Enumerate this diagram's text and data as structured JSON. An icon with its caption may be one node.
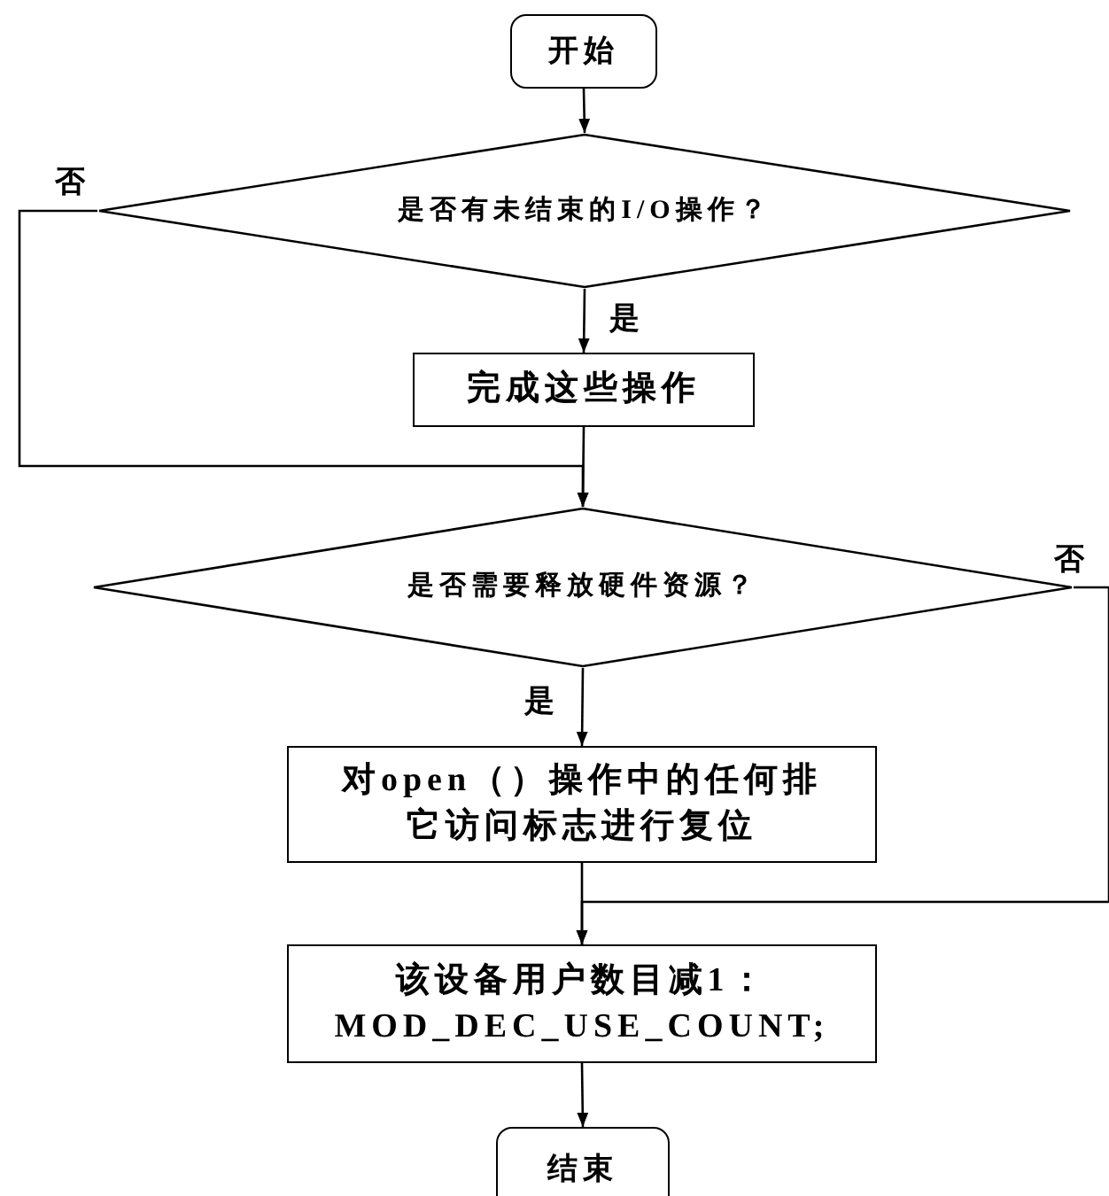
{
  "diagram": {
    "nodes": [
      {
        "text": [
          "开始"
        ]
      },
      {
        "text": [
          "是否有未结束的I/O操作？"
        ]
      },
      {
        "text": [
          "完成这些操作"
        ]
      },
      {
        "text": [
          "是否需要释放硬件资源？"
        ]
      },
      {
        "text": [
          "对open（）操作中的任何排它访问标志进行复位"
        ]
      },
      {
        "text": [
          "该设备用户数目减1： MOD_DEC_USE_COUNT;"
        ]
      },
      {
        "text": [
          "结束"
        ]
      }
    ],
    "edges": [
      {
        "from": 0,
        "to": 1,
        "arrow": "to"
      },
      {
        "from": 1,
        "to": 2,
        "arrow": "to",
        "label": "是"
      },
      {
        "from": 2,
        "to": 3,
        "arrow": "to"
      },
      {
        "from": 1,
        "to": 3,
        "arrow": "to",
        "label": "否"
      },
      {
        "from": 3,
        "to": 4,
        "arrow": "to",
        "label": "是"
      },
      {
        "from": 4,
        "to": 5,
        "arrow": "to"
      },
      {
        "from": 3,
        "to": 5,
        "arrow": "to",
        "label": "否"
      },
      {
        "from": 5,
        "to": 6,
        "arrow": "to"
      }
    ]
  }
}
